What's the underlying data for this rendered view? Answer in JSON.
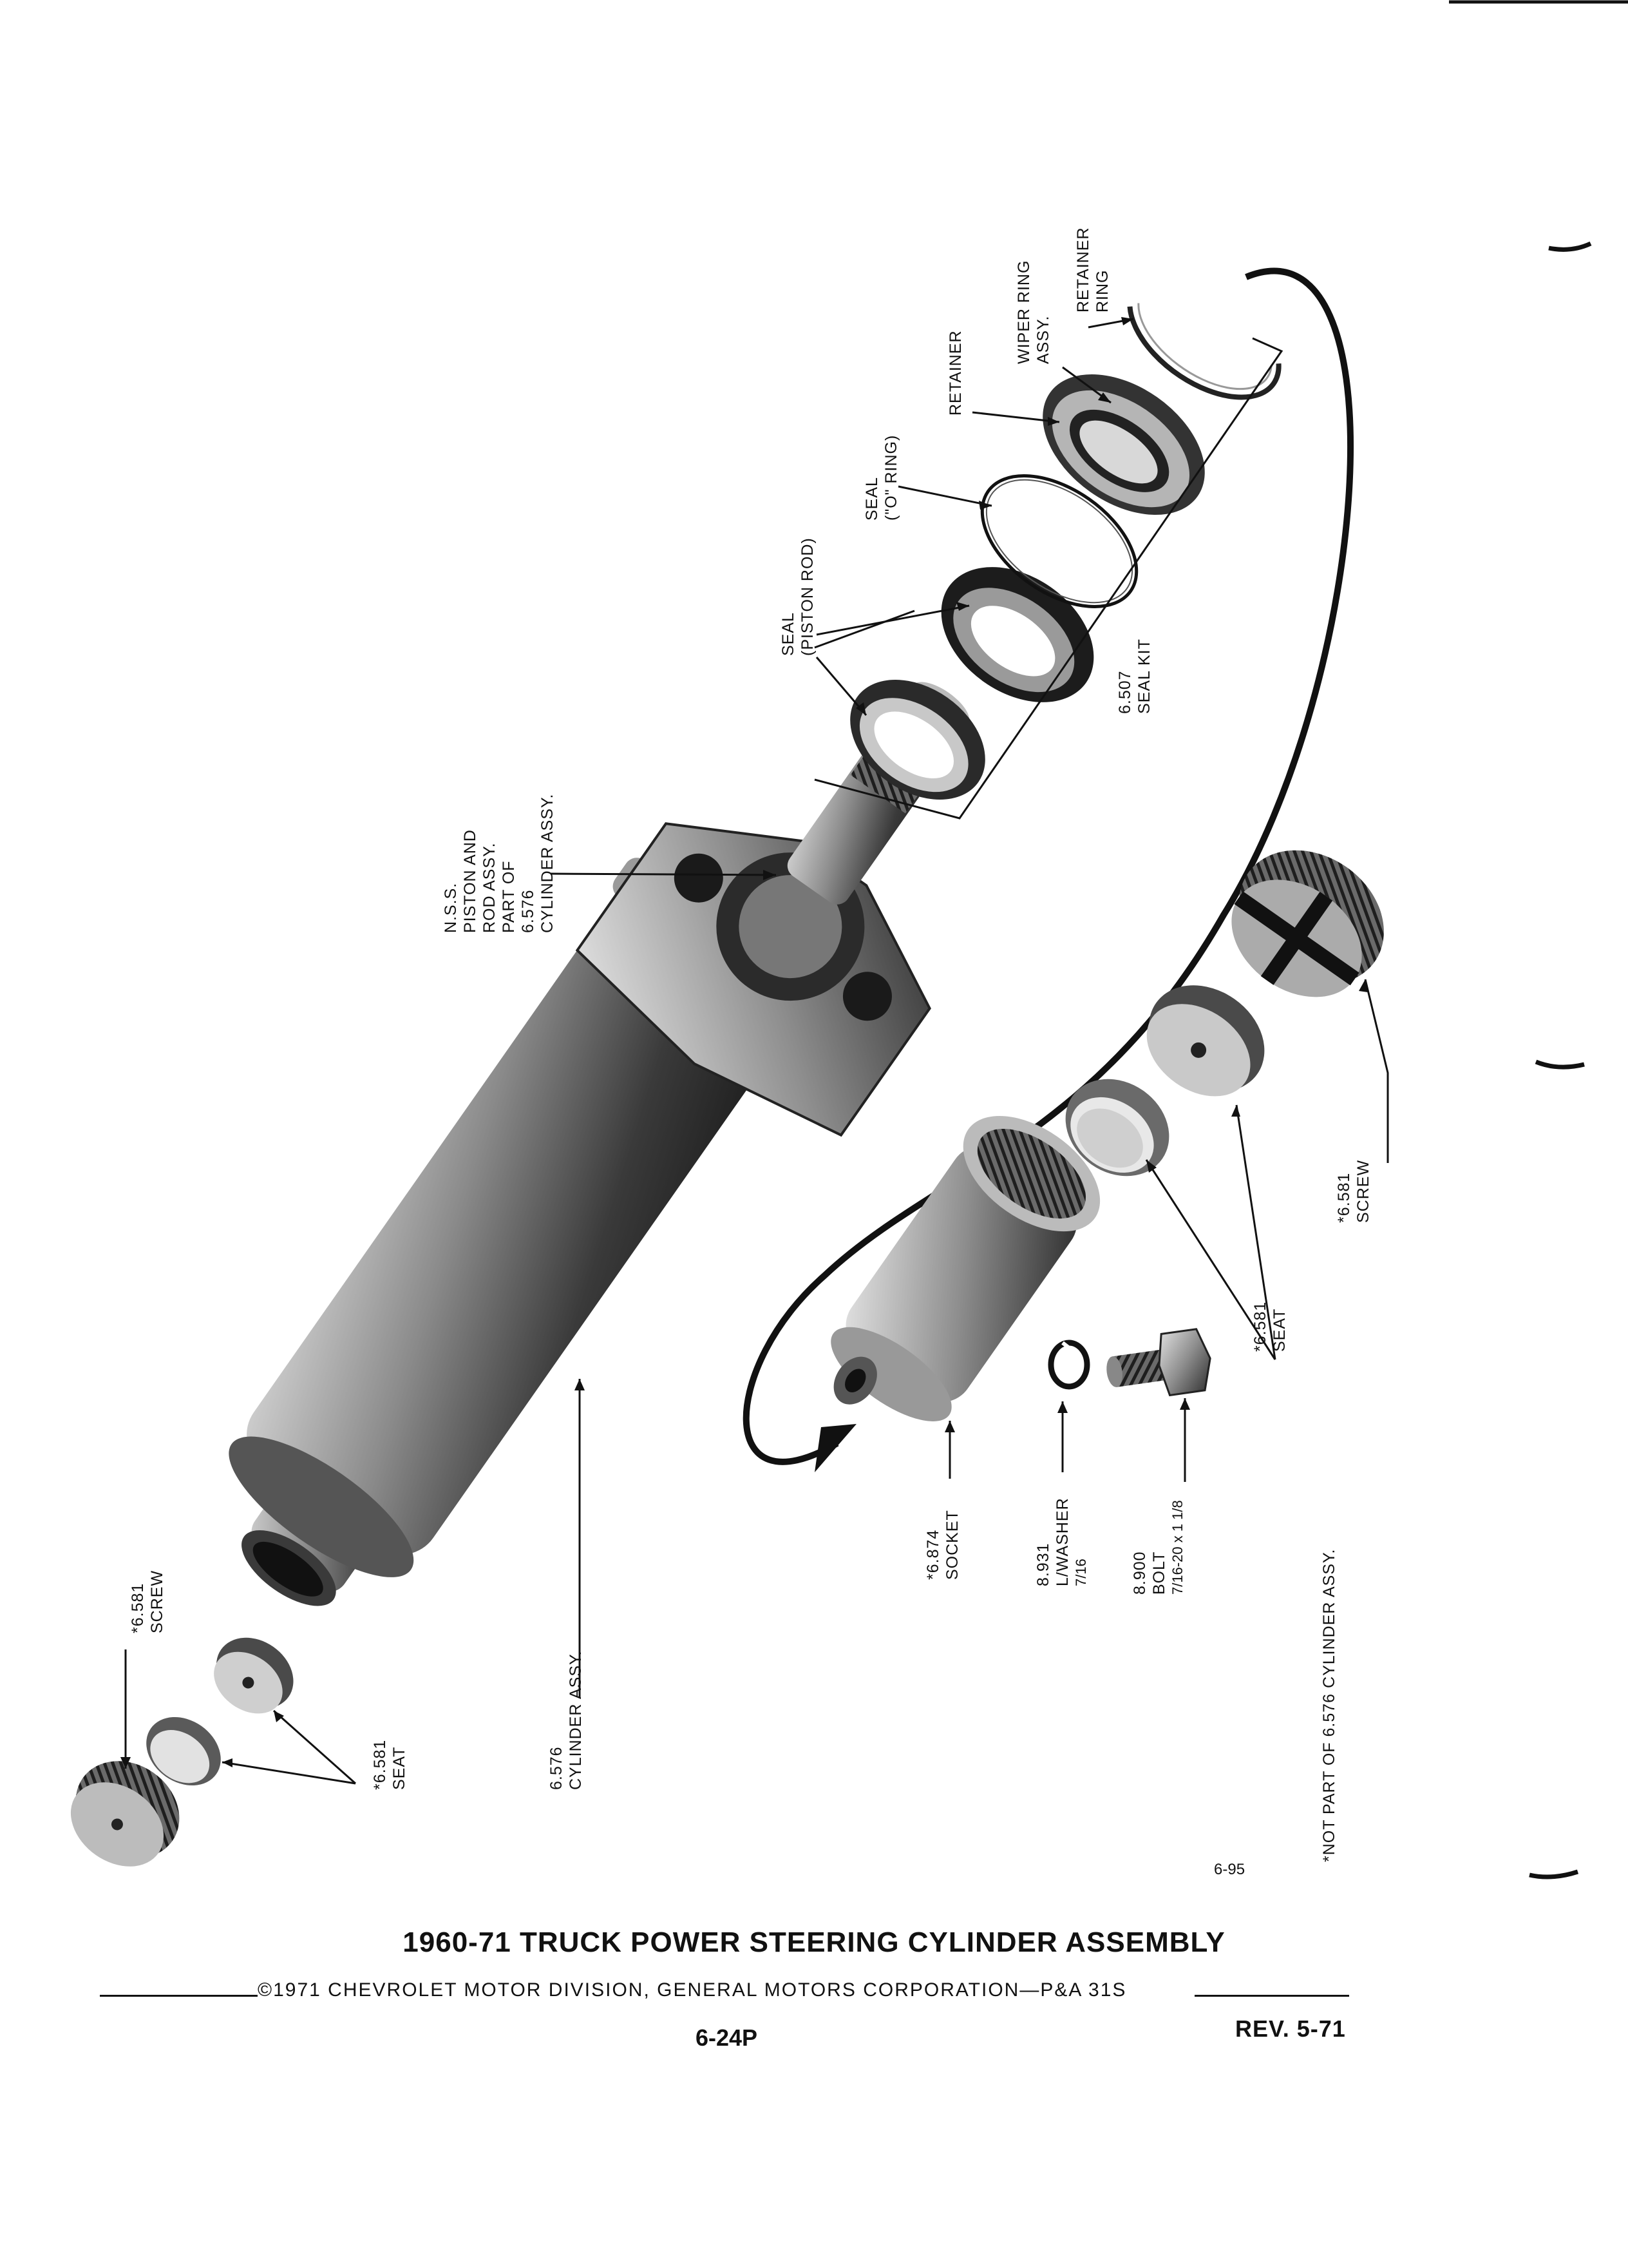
{
  "labels": {
    "seal_kit_num": "6.507",
    "seal_kit": "SEAL KIT",
    "retainer_ring_1": "RETAINER",
    "retainer_ring_2": "RING",
    "wiper_ring_1": "WIPER RING",
    "wiper_ring_2": "ASSY.",
    "retainer": "RETAINER",
    "seal_o_1": "SEAL",
    "seal_o_2": "(\"O\" RING)",
    "seal_piston_1": "SEAL",
    "seal_piston_2": "(PISTON ROD)",
    "nss_1": "N.S.S.",
    "nss_2": "PISTON AND",
    "nss_3": "ROD ASSY.",
    "nss_4": "PART OF",
    "nss_5": "6.576",
    "nss_6": "CYLINDER ASSY.",
    "screw_right_num": "*6.581",
    "screw_right": "SCREW",
    "seat_right_num": "*6.581",
    "seat_right": "SEAT",
    "socket_num": "*6.874",
    "socket": "SOCKET",
    "washer_num": "8.931",
    "washer": "L/WASHER",
    "washer_size": "7/16",
    "bolt_num": "8.900",
    "bolt": "BOLT",
    "bolt_size": "7/16-20 x 1 1/8",
    "cyl_num": "6.576",
    "cyl": "CYLINDER ASSY.",
    "screw_left_num": "*6.581",
    "screw_left": "SCREW",
    "seat_left_num": "*6.581",
    "seat_left": "SEAT",
    "note": "*NOT PART OF 6.576 CYLINDER ASSY."
  },
  "figure_number": "6-95",
  "title": "1960-71 TRUCK POWER STEERING CYLINDER ASSEMBLY",
  "copyright": "©1971 CHEVROLET MOTOR DIVISION, GENERAL MOTORS CORPORATION—P&A 31S",
  "page_number": "6-24P",
  "revision": "REV. 5-71"
}
